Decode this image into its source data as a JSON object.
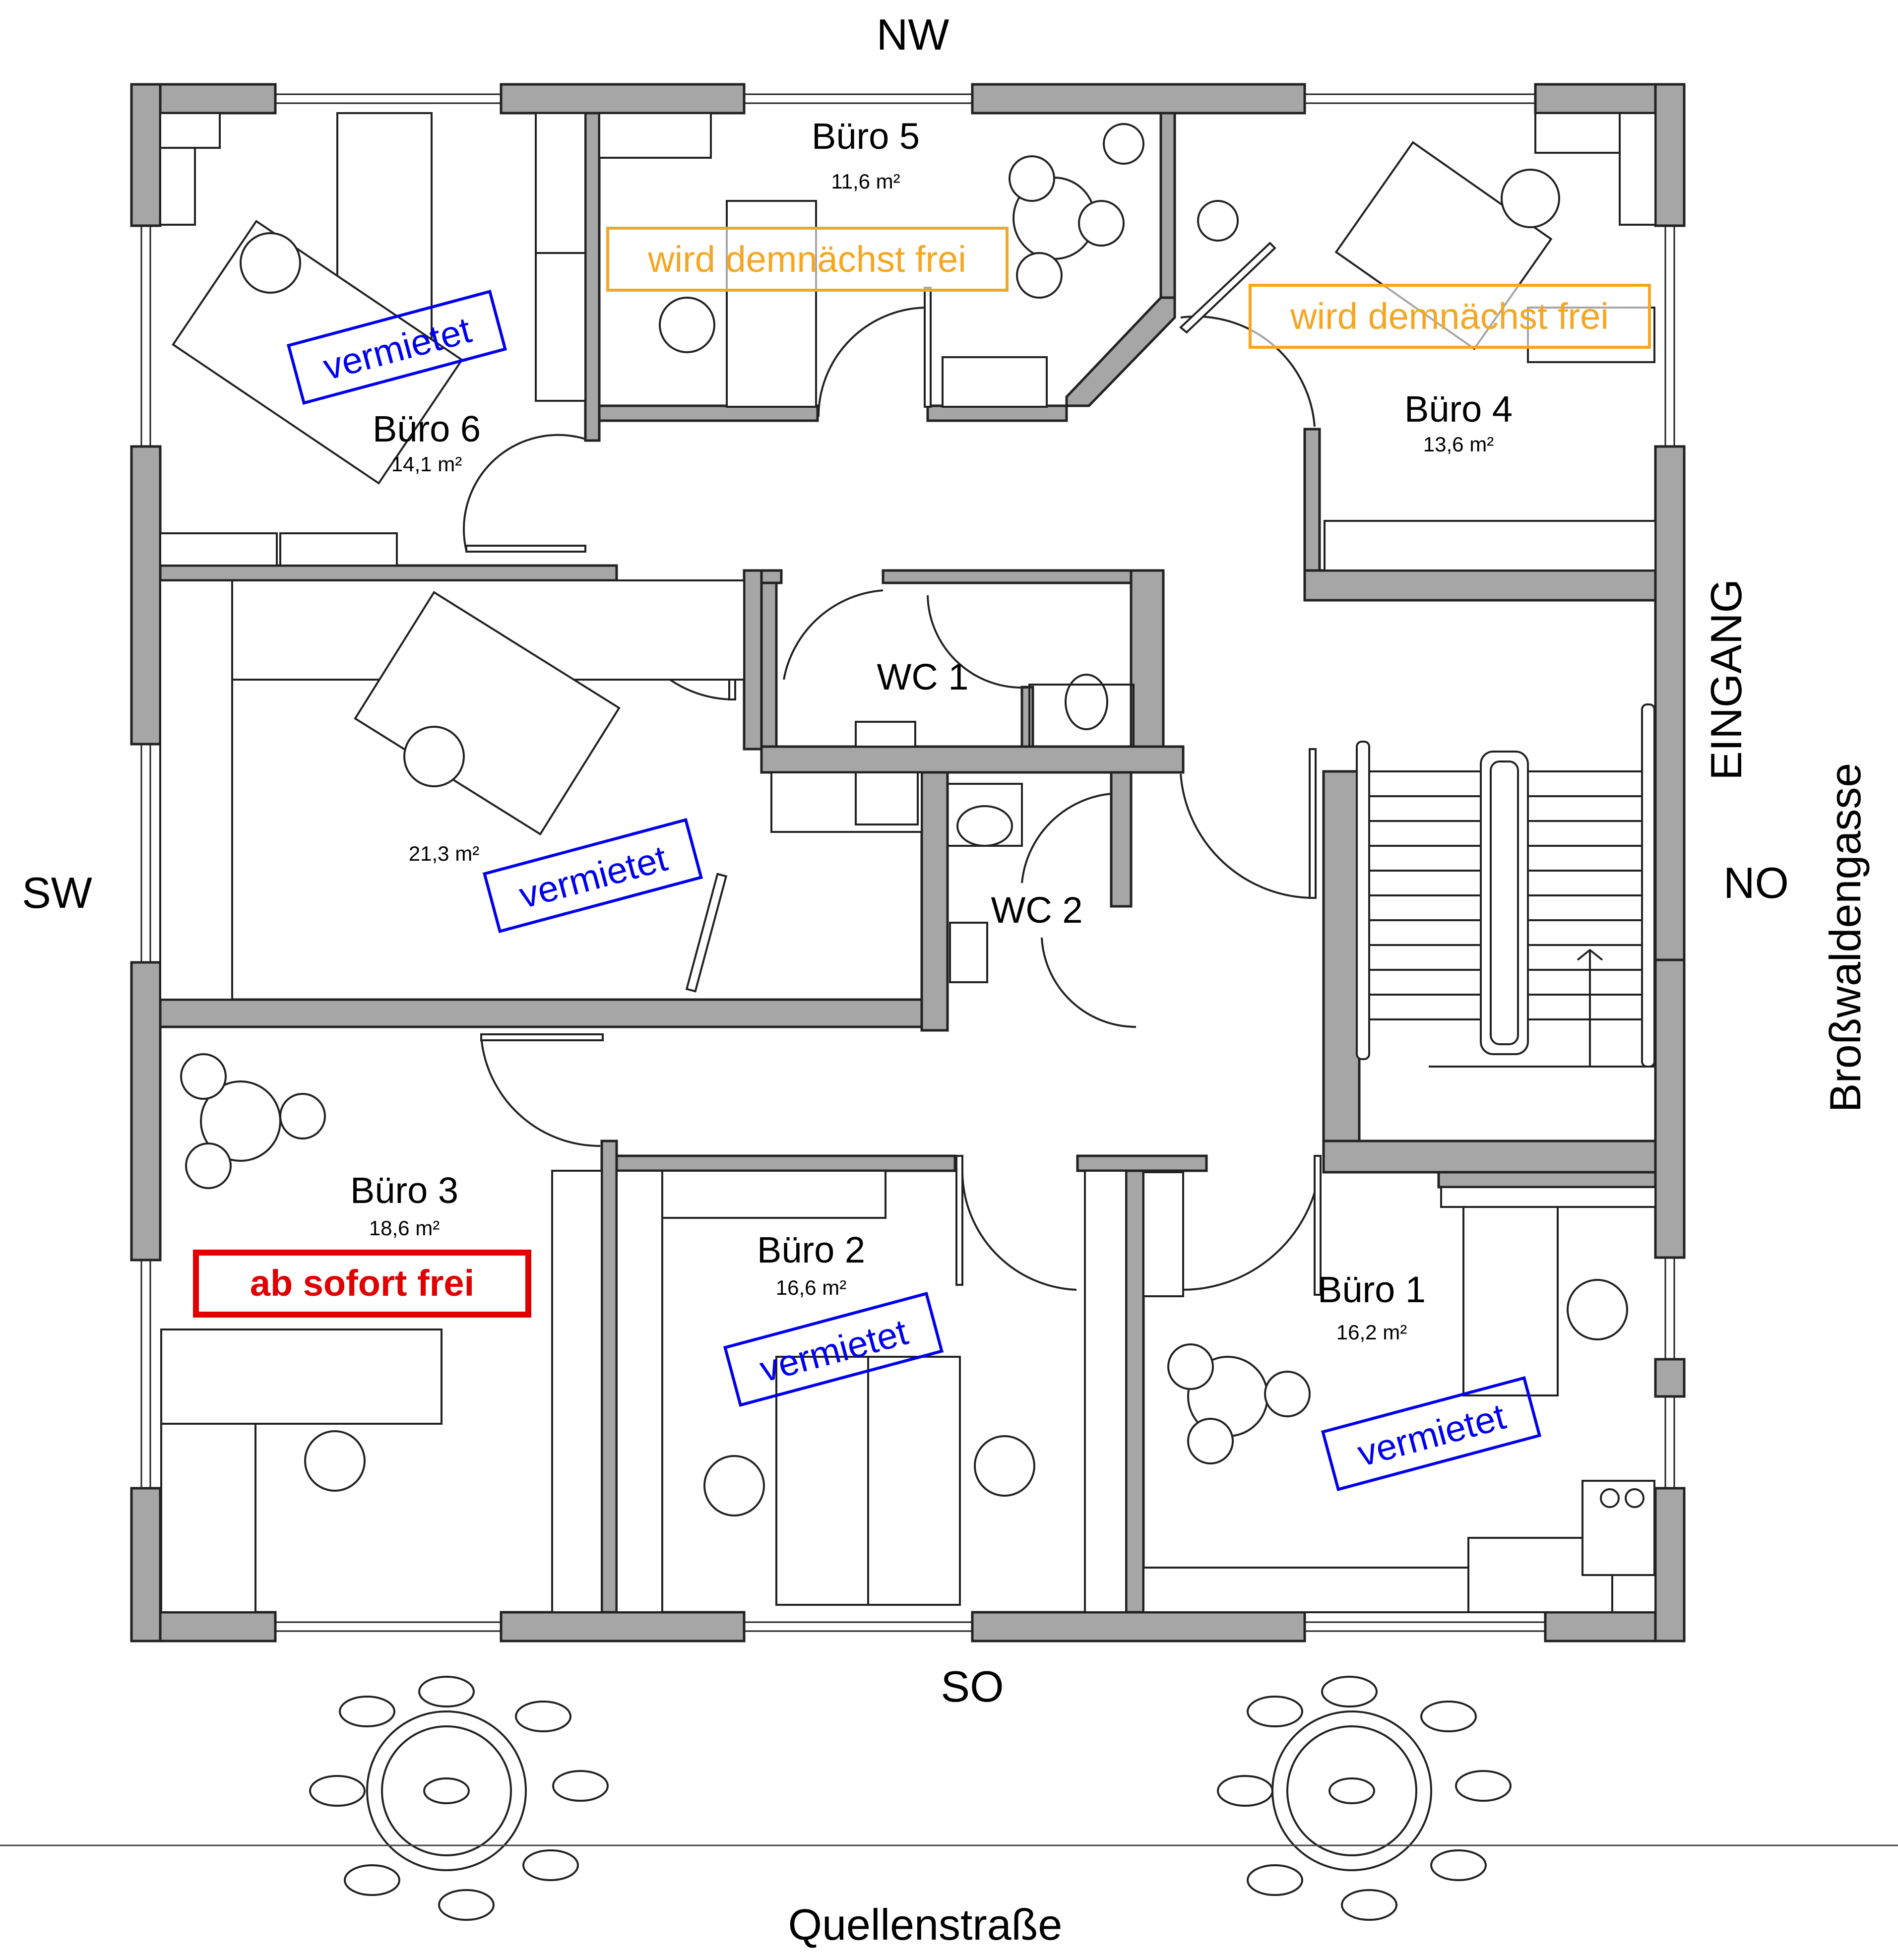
{
  "compass": {
    "nw": "NW",
    "so": "SO",
    "sw": "SW",
    "no": "NO"
  },
  "entrance": "EINGANG",
  "streets": {
    "bottom": "Quellenstraße",
    "right": "Broßwaldengasse"
  },
  "rooms": [
    {
      "name": "Büro 1",
      "area": "16,2 m²"
    },
    {
      "name": "Büro 2",
      "area": "16,6 m²"
    },
    {
      "name": "Büro 3",
      "area": "18,6 m²"
    },
    {
      "name": "Büro 4",
      "area": "13,6 m²"
    },
    {
      "name": "Büro 5",
      "area": "11,6 m²"
    },
    {
      "name": "Büro 6",
      "area": "14,1 m²"
    },
    {
      "name": "",
      "area": "21,3 m²"
    },
    {
      "name": "WC 1",
      "area": ""
    },
    {
      "name": "WC 2",
      "area": ""
    }
  ],
  "stamps": [
    {
      "text": "vermietet",
      "status": "rented",
      "color": "#0000ee"
    },
    {
      "text": "vermietet",
      "status": "rented",
      "color": "#0000ee"
    },
    {
      "text": "vermietet",
      "status": "rented",
      "color": "#0000ee"
    },
    {
      "text": "vermietet",
      "status": "rented",
      "color": "#0000ee"
    },
    {
      "text": "wird demnächst frei",
      "status": "soon-free",
      "color": "#f5a623"
    },
    {
      "text": "wird demnächst frei",
      "status": "soon-free",
      "color": "#f5a623"
    },
    {
      "text": "ab sofort frei",
      "status": "free-now",
      "color": "#e00000"
    }
  ],
  "colors": {
    "wall": "#a6a6a6",
    "line": "#222222"
  }
}
